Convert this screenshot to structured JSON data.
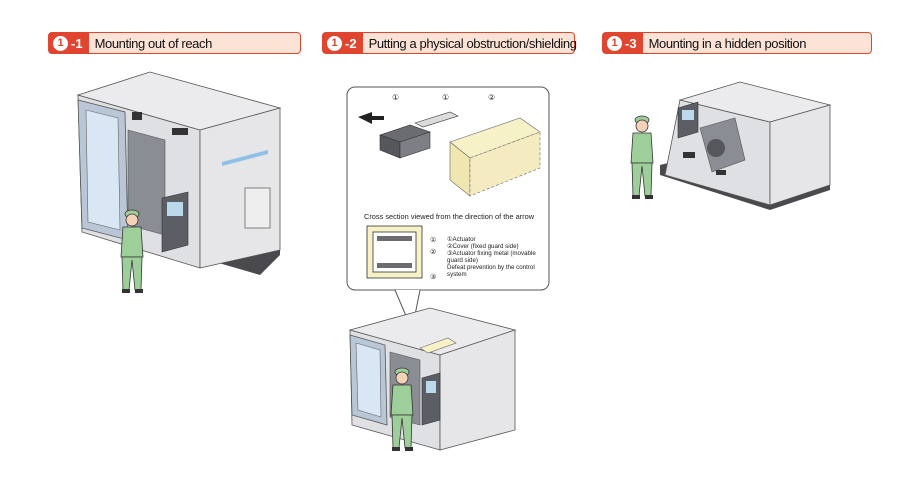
{
  "panels": [
    {
      "badge_num": "1",
      "badge_sub": "-1",
      "title": "Mounting out of reach"
    },
    {
      "badge_num": "1",
      "badge_sub": "-2",
      "title": "Putting a physical obstruction/shielding"
    },
    {
      "badge_num": "1",
      "badge_sub": "-3",
      "title": "Mounting in a hidden position"
    }
  ],
  "callout": {
    "markers_top": [
      "①",
      "①",
      "②"
    ],
    "cross_section_caption": "Cross section viewed from the direction of the arrow",
    "markers_side": [
      "①",
      "②",
      "③"
    ],
    "legend": [
      "①Actuator",
      "②Cover (fixed guard side)",
      "③Actuator fixing metal (movable",
      "guard side)",
      "Defeat prevention by the control",
      "system"
    ]
  },
  "colors": {
    "accent": "#e0452f",
    "header_fill": "#fce3d6",
    "machine_body": "#e6e6e8",
    "worker_green": "#9ecf9a",
    "highlight_yellow": "#f7f1c8"
  }
}
